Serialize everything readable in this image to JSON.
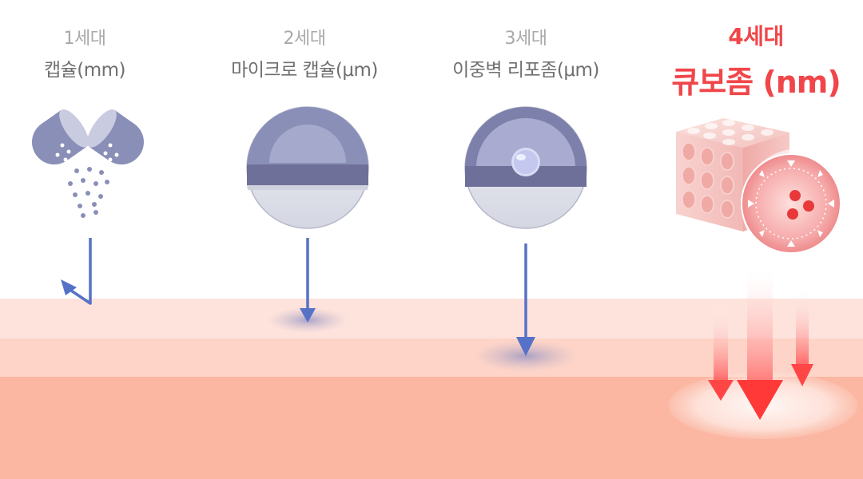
{
  "columns": [
    {
      "generation": "1세대",
      "name": "캡슐(mm)"
    },
    {
      "generation": "2세대",
      "name": "마이크로 캡슐(μm)"
    },
    {
      "generation": "3세대",
      "name": "이중벽 리포좀(μm)"
    },
    {
      "generation": "4세대",
      "name": "큐보좀 (nm)"
    }
  ],
  "colors": {
    "purple": "#8a8fb8",
    "arrow_blue": "#5572c6",
    "accent_red": "#f0464a",
    "skin_layer_1": "#fde3dc",
    "skin_layer_2": "#fdd3c6",
    "skin_layer_3": "#fbb6a0"
  },
  "icons": [
    "capsule-icon",
    "micro-capsule-icon",
    "double-wall-liposome-icon",
    "cubosome-icon"
  ]
}
